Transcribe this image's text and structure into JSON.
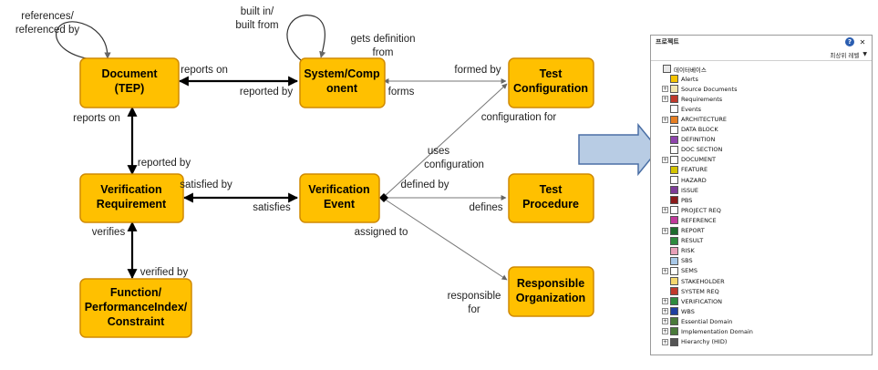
{
  "diagram": {
    "nodes": {
      "document": [
        "Document",
        "(TEP)"
      ],
      "system": [
        "System/Comp",
        "onent"
      ],
      "test_config": [
        "Test",
        "Configuration"
      ],
      "verif_req": [
        "Verification",
        "Requirement"
      ],
      "verif_event": [
        "Verification",
        "Event"
      ],
      "test_proc": [
        "Test",
        "Procedure"
      ],
      "function": [
        "Function/",
        "PerformanceIndex/",
        "Constraint"
      ],
      "resp_org": [
        "Responsible",
        "Organization"
      ]
    },
    "labels": {
      "doc_self": [
        "references/",
        "referenced by"
      ],
      "sys_self": [
        "built in/",
        "built from"
      ],
      "gets_def": [
        "gets definition",
        "from"
      ],
      "doc_reports_on_sys": "reports on",
      "sys_reported_by": "reported by",
      "formed_by": "formed by",
      "forms": "forms",
      "config_for": "configuration for",
      "doc_reports_on": "reports on",
      "reported_by": "reported by",
      "uses_config": [
        "uses",
        "configuration"
      ],
      "satisfied_by": "satisfied by",
      "satisfies": "satisfies",
      "defined_by": "defined by",
      "defines": "defines",
      "verifies": "verifies",
      "verified_by": "verified by",
      "assigned_to": "assigned to",
      "responsible_for": [
        "responsible",
        "for"
      ]
    }
  },
  "panel": {
    "title": "프로젝트",
    "help_icon": "help-icon",
    "close_icon": "close-icon",
    "subheader": "최상위 레벨",
    "dropdown_icon": "chevron-down-icon",
    "pointer_arrow_color": "#b8cce4",
    "tree": [
      {
        "label": "데이터베이스",
        "expander": "",
        "color": "#e8e8e8",
        "level": 0
      },
      {
        "label": "Alerts",
        "expander": "",
        "color": "#f5c400",
        "level": 1
      },
      {
        "label": "Source Documents",
        "expander": "+",
        "color": "#f2e6b0",
        "level": 1
      },
      {
        "label": "Requirements",
        "expander": "+",
        "color": "#c0392b",
        "level": 1
      },
      {
        "label": "Events",
        "expander": "",
        "color": "#ffffff",
        "level": 1
      },
      {
        "label": "ARCHITECTURE",
        "expander": "+",
        "color": "#e67e22",
        "level": 1
      },
      {
        "label": "DATA BLOCK",
        "expander": "",
        "color": "#ffffff",
        "level": 1
      },
      {
        "label": "DEFINITION",
        "expander": "",
        "color": "#8e44ad",
        "level": 1
      },
      {
        "label": "DOC SECTION",
        "expander": "",
        "color": "#ffffff",
        "level": 1
      },
      {
        "label": "DOCUMENT",
        "expander": "+",
        "color": "#ffffff",
        "level": 1
      },
      {
        "label": "FEATURE",
        "expander": "",
        "color": "#d4c400",
        "level": 1
      },
      {
        "label": "HAZARD",
        "expander": "",
        "color": "#ffffff",
        "level": 1
      },
      {
        "label": "ISSUE",
        "expander": "",
        "color": "#7d3c98",
        "level": 1
      },
      {
        "label": "PBS",
        "expander": "",
        "color": "#8b1a1a",
        "level": 1
      },
      {
        "label": "PROJECT REQ",
        "expander": "+",
        "color": "#ffffff",
        "level": 1
      },
      {
        "label": "REFERENCE",
        "expander": "",
        "color": "#c0399b",
        "level": 1
      },
      {
        "label": "REPORT",
        "expander": "+",
        "color": "#1e6b2e",
        "level": 1
      },
      {
        "label": "RESULT",
        "expander": "",
        "color": "#2e8b3e",
        "level": 1
      },
      {
        "label": "RISK",
        "expander": "",
        "color": "#e8a0b8",
        "level": 1
      },
      {
        "label": "SBS",
        "expander": "",
        "color": "#a8c8e8",
        "level": 1
      },
      {
        "label": "SEMS",
        "expander": "+",
        "color": "#ffffff",
        "level": 1
      },
      {
        "label": "STAKEHOLDER",
        "expander": "",
        "color": "#f5d76e",
        "level": 1
      },
      {
        "label": "SYSTEM REQ",
        "expander": "",
        "color": "#c0392b",
        "level": 1
      },
      {
        "label": "VERIFICATION",
        "expander": "+",
        "color": "#2e8b3e",
        "level": 1
      },
      {
        "label": "WBS",
        "expander": "+",
        "color": "#1f3fa0",
        "level": 1
      },
      {
        "label": "Essential Domain",
        "expander": "+",
        "color": "#4a7a3a",
        "level": 1
      },
      {
        "label": "Implementation Domain",
        "expander": "+",
        "color": "#4a7a3a",
        "level": 1
      },
      {
        "label": "Hierarchy (HID)",
        "expander": "+",
        "color": "#555555",
        "level": 1
      }
    ]
  }
}
